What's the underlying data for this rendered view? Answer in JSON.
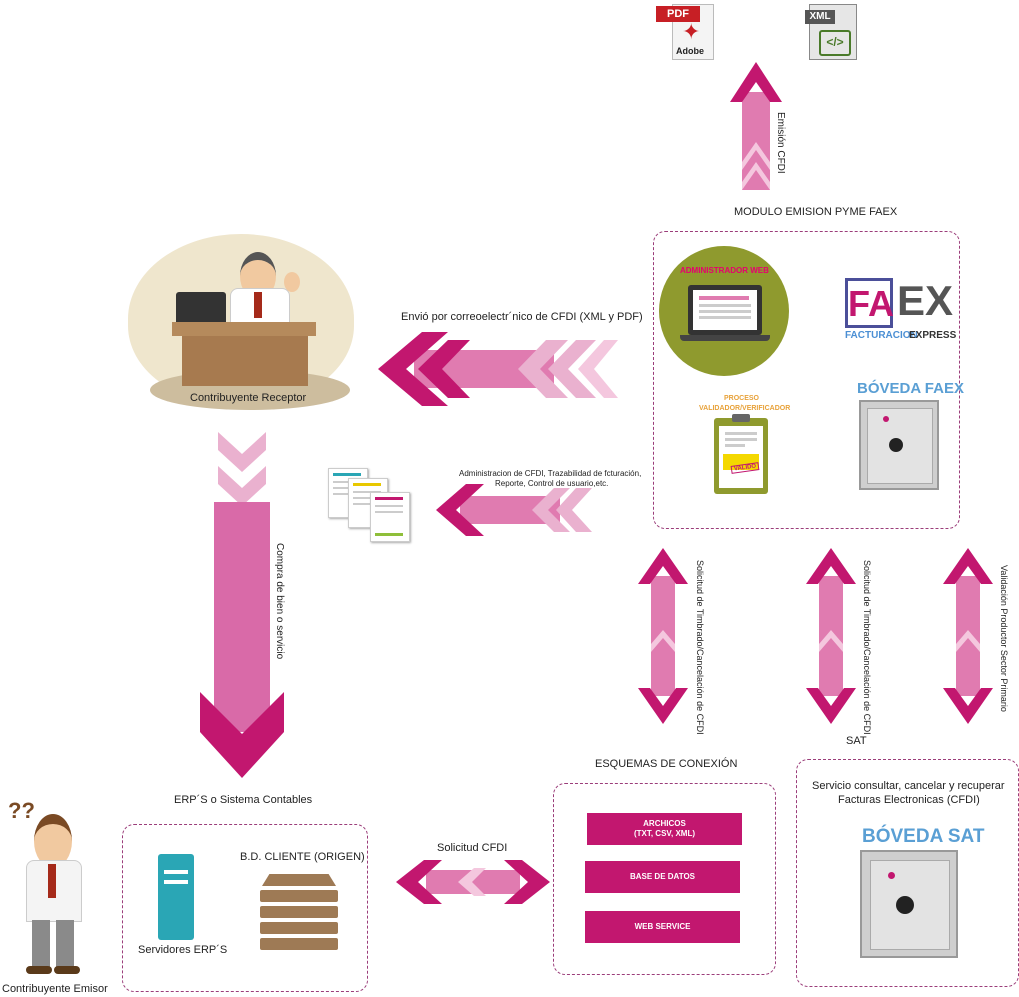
{
  "top_icons": {
    "pdf_label": "PDF",
    "adobe_label": "Adobe",
    "xml_label": "XML"
  },
  "labels": {
    "emision_cfdi": "Emisión CFDI",
    "modulo_emision": "MODULO EMISION PYME FAEX",
    "envio_correo": "Envió por correoelectr´nico de CFDI (XML y PDF)",
    "administracion_1": "Administracion de CFDI, Trazabilidad de fcturación,",
    "administracion_2": "Reporte, Control de usuario,etc.",
    "contribuyente_receptor": "Contribuyente Receptor",
    "compra_bien": "Compra de bien o servicio",
    "erp_sistemas": "ERP´S o Sistema Contables",
    "bd_cliente": "B.D. CLIENTE (ORIGEN)",
    "servidores_erp": "Servidores ERP´S",
    "contribuyente_emisor": "Contribuyente Emisor",
    "solicitud_cfdi": "Solicitud CFDI",
    "esquemas_conexion": "ESQUEMAS DE CONEXIÓN",
    "sat": "SAT",
    "servicio_sat_1": "Servicio consultar, cancelar y recuperar",
    "servicio_sat_2": "Facturas Electronicas (CFDI)",
    "boveda_sat": "BÓVEDA SAT",
    "vertical_1": "Solicitud de Timbrado/Cancelación de CFDI",
    "vertical_2": "Solicitud de Timbrado/Cancelación de CFDI",
    "vertical_3": "Validación Productor Sector Primario"
  },
  "faex_module": {
    "administrador_web": "ADMINISTRADOR WEB",
    "logo_fa": "FA",
    "logo_ex": "EX",
    "logo_sub_1": "FACTURACION",
    "logo_sub_2": "EXPRESS",
    "proceso_1": "PROCESO",
    "proceso_2": "VALIDADOR/VERIFICADOR",
    "valido_stamp": "VALIDO",
    "boveda_faex": "BÓVEDA FAEX"
  },
  "connection_schemes": {
    "archivos_1": "ARCHICOS",
    "archivos_2": "(TXT, CSV, XML)",
    "base_datos": "BASE DE DATOS",
    "web_service": "WEB SERVICE"
  },
  "colors": {
    "magenta": "#c2176f",
    "magenta_light": "#e07bb0",
    "magenta_pale": "#eab1cf",
    "olive": "#8f9a2e",
    "steel": "#5a9fd4",
    "faex_purple": "#4b4f99",
    "server_teal": "#2aa6b5",
    "db_brown": "#9e7a55"
  }
}
